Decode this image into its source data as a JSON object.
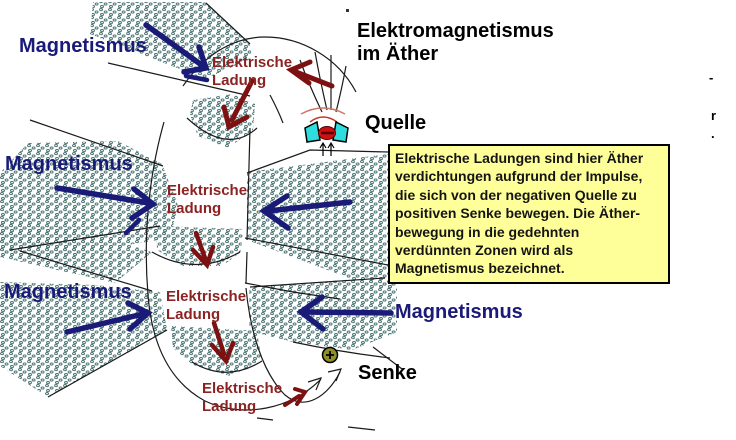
{
  "title": {
    "line1": "Elektromagnetismus",
    "line2": "im Äther"
  },
  "labels": {
    "magnetismus": [
      "Magnetismus",
      "Magnetismus",
      "Magnetismus",
      "Magnetismus"
    ],
    "charge": [
      {
        "line1": "Elektrische",
        "line2": "Ladung"
      },
      {
        "line1": "Elektrische",
        "line2": "Ladung"
      },
      {
        "line1": "Elektrische",
        "line2": "Ladung"
      },
      {
        "line1": "Elektrische",
        "line2": "Ladung"
      }
    ],
    "quelle": "Quelle",
    "senke": "Senke"
  },
  "annotation": {
    "lines": [
      "Elektrische Ladungen sind hier Äther",
      "verdichtungen aufgrund der Impulse,",
      "die sich von der negativen Quelle zu",
      "positiven Senke bewegen. Die Äther-",
      "bewegung in die gedehnten",
      "verdünnten Zonen wird als",
      "Magnetismus bezeichnet."
    ]
  },
  "symbols": {
    "plus": "+",
    "minus": "−"
  },
  "artifacts": {
    "dash": "-",
    "letter_r": "r",
    "dot": "."
  },
  "colors": {
    "navy": "#1a1a78",
    "maroon": "#7d1111",
    "maroon_text": "#8b2323",
    "box_bg": "#ffff99",
    "dot_stroke": "#456e6e",
    "dot_fill": "#e6f2f2",
    "cyan": "#2edede",
    "red": "#cc1111",
    "olive": "#8f8f2a",
    "line": "#1a1a1a"
  }
}
